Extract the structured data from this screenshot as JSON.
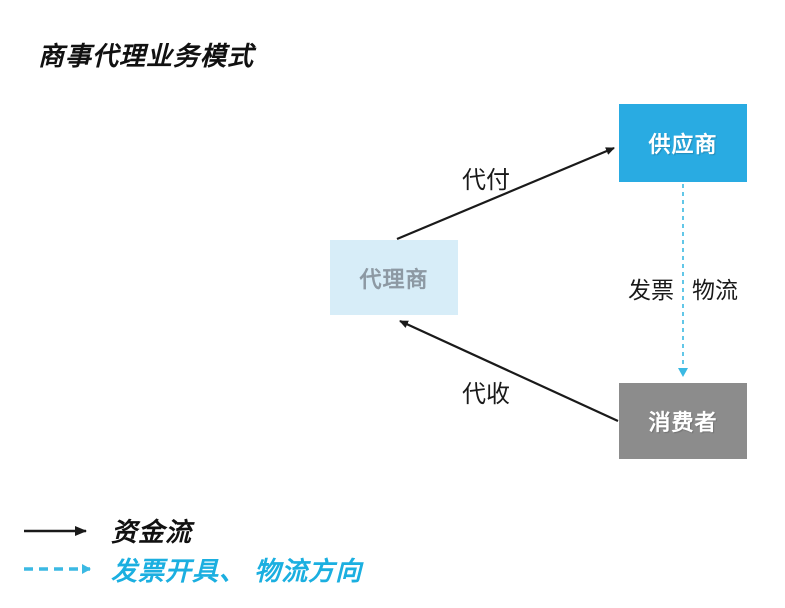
{
  "title": "商事代理业务模式",
  "colors": {
    "supplier_fill": "#29ABE2",
    "agent_fill": "#D7EDF8",
    "agent_text": "#8D99A3",
    "consumer_fill": "#8C8C8C",
    "solid_arrow": "#1A1A1A",
    "dashed_arrow": "#3BB9E3",
    "legend_dashed_text": "#1BAFE0"
  },
  "nodes": {
    "supplier": {
      "label": "供应商"
    },
    "agent": {
      "label": "代理商"
    },
    "consumer": {
      "label": "消费者"
    }
  },
  "edges": {
    "pay": {
      "label": "代付",
      "from": "代理商",
      "to": "供应商",
      "style": "solid"
    },
    "collect": {
      "label": "代收",
      "from": "消费者",
      "to": "代理商",
      "style": "solid"
    },
    "invoice_logistics": {
      "label_left": "发票",
      "label_right": "物流",
      "from": "供应商",
      "to": "消费者",
      "style": "dashed"
    }
  },
  "legend": {
    "solid": {
      "label": "资金流"
    },
    "dashed": {
      "label": "发票开具、 物流方向"
    }
  }
}
